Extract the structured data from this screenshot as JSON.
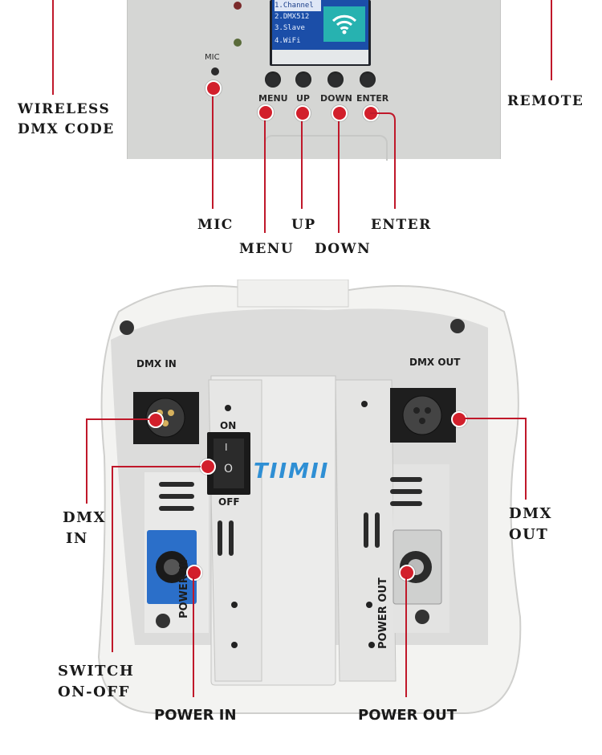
{
  "top_panel": {
    "screen_menu": [
      "1.Channel",
      "2.DMX512",
      "3.Slave",
      "4.WiFi"
    ],
    "mic_panel_label": "MIC",
    "button_labels": [
      "MENU",
      "UP",
      "DOWN",
      "ENTER"
    ]
  },
  "callouts_top": {
    "wireless_dmx_code": "WIRELESS\nDMX CODE",
    "remote": "REMOTE",
    "mic": "MIC",
    "menu": "MENU",
    "up": "UP",
    "down": "DOWN",
    "enter": "ENTER"
  },
  "device_panel": {
    "dmx_in_label": "DMX IN",
    "dmx_out_label": "DMX OUT",
    "switch_on": "ON",
    "switch_off": "OFF",
    "switch_marks": [
      "I",
      "O"
    ],
    "brand_logo": "TIIMII",
    "power_in_label": "POWER IN",
    "power_out_label": "POWER OUT"
  },
  "callouts_bottom": {
    "dmx_in": "DMX\nIN",
    "dmx_out": "DMX\nOUT",
    "switch": "SWITCH\nON-OFF",
    "power_in": "POWER IN",
    "power_out": "POWER OUT"
  },
  "colors": {
    "callout_red": "#c0182a",
    "marker_red": "#d21f2b",
    "screen_blue": "#1b4ea8",
    "wifi_teal": "#27b2b0",
    "powercon_blue": "#2b6fc9",
    "housing_white": "#f3f3f1"
  }
}
